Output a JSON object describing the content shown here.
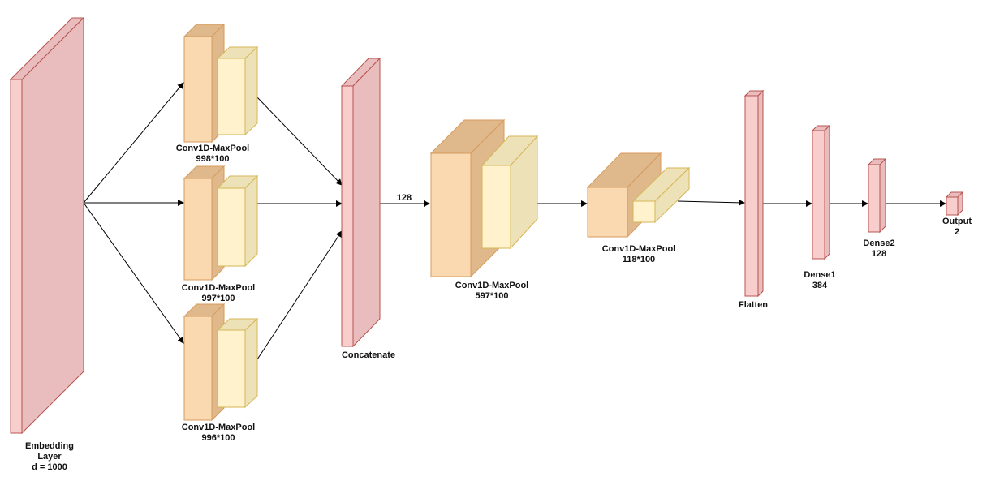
{
  "labels": {
    "embedding": [
      "Embedding",
      "Layer",
      "d = 1000"
    ],
    "conv_a": [
      "Conv1D-MaxPool",
      "998*100"
    ],
    "conv_b": [
      "Conv1D-MaxPool",
      "997*100"
    ],
    "conv_c": [
      "Conv1D-MaxPool",
      "996*100"
    ],
    "concatenate": "Concatenate",
    "edge_128": "128",
    "conv_d": [
      "Conv1D-MaxPool",
      "597*100"
    ],
    "conv_e": [
      "Conv1D-MaxPool",
      "118*100"
    ],
    "flatten": "Flatten",
    "dense1": [
      "Dense1",
      "384"
    ],
    "dense2": [
      "Dense2",
      "128"
    ],
    "output": [
      "Output",
      "2"
    ]
  },
  "colors": {
    "pink_front": "#F8CECC",
    "pink_side": "#E9BDBD",
    "pink_stroke": "#B85450",
    "orange_front": "#FAD9B0",
    "orange_side": "#DFB98B",
    "orange_stroke": "#D79B5E",
    "yellow_front": "#FFF2CC",
    "yellow_side": "#EDE1B8",
    "yellow_stroke": "#D6B656",
    "edge": "#000000"
  }
}
